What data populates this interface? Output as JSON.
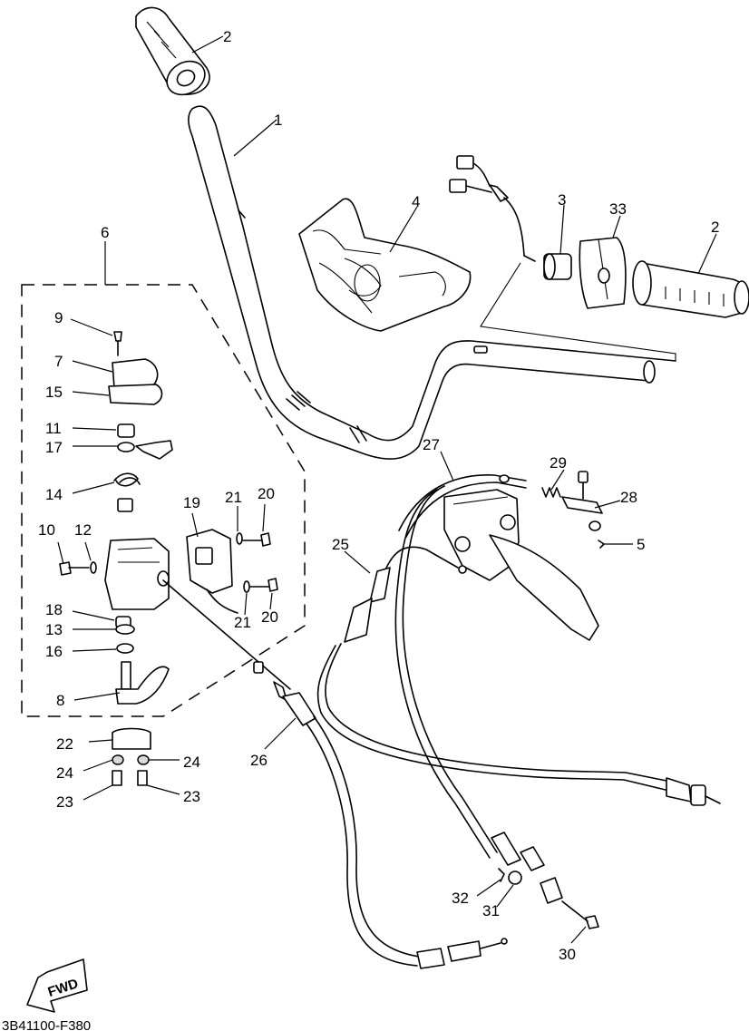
{
  "diagram_code": "3B41100-F380",
  "fwd_label": "FWD",
  "callouts": {
    "c1": "1",
    "c2a": "2",
    "c2b": "2",
    "c3": "3",
    "c4": "4",
    "c5": "5",
    "c6": "6",
    "c7": "7",
    "c8": "8",
    "c9": "9",
    "c10": "10",
    "c11": "11",
    "c12": "12",
    "c13": "13",
    "c14": "14",
    "c15": "15",
    "c16": "16",
    "c17": "17",
    "c18": "18",
    "c19": "19",
    "c20a": "20",
    "c20b": "20",
    "c21a": "21",
    "c21b": "21",
    "c22": "22",
    "c23a": "23",
    "c23b": "23",
    "c24a": "24",
    "c24b": "24",
    "c25": "25",
    "c26": "26",
    "c27": "27",
    "c28": "28",
    "c29": "29",
    "c30": "30",
    "c31": "31",
    "c32": "32",
    "c33": "33"
  }
}
